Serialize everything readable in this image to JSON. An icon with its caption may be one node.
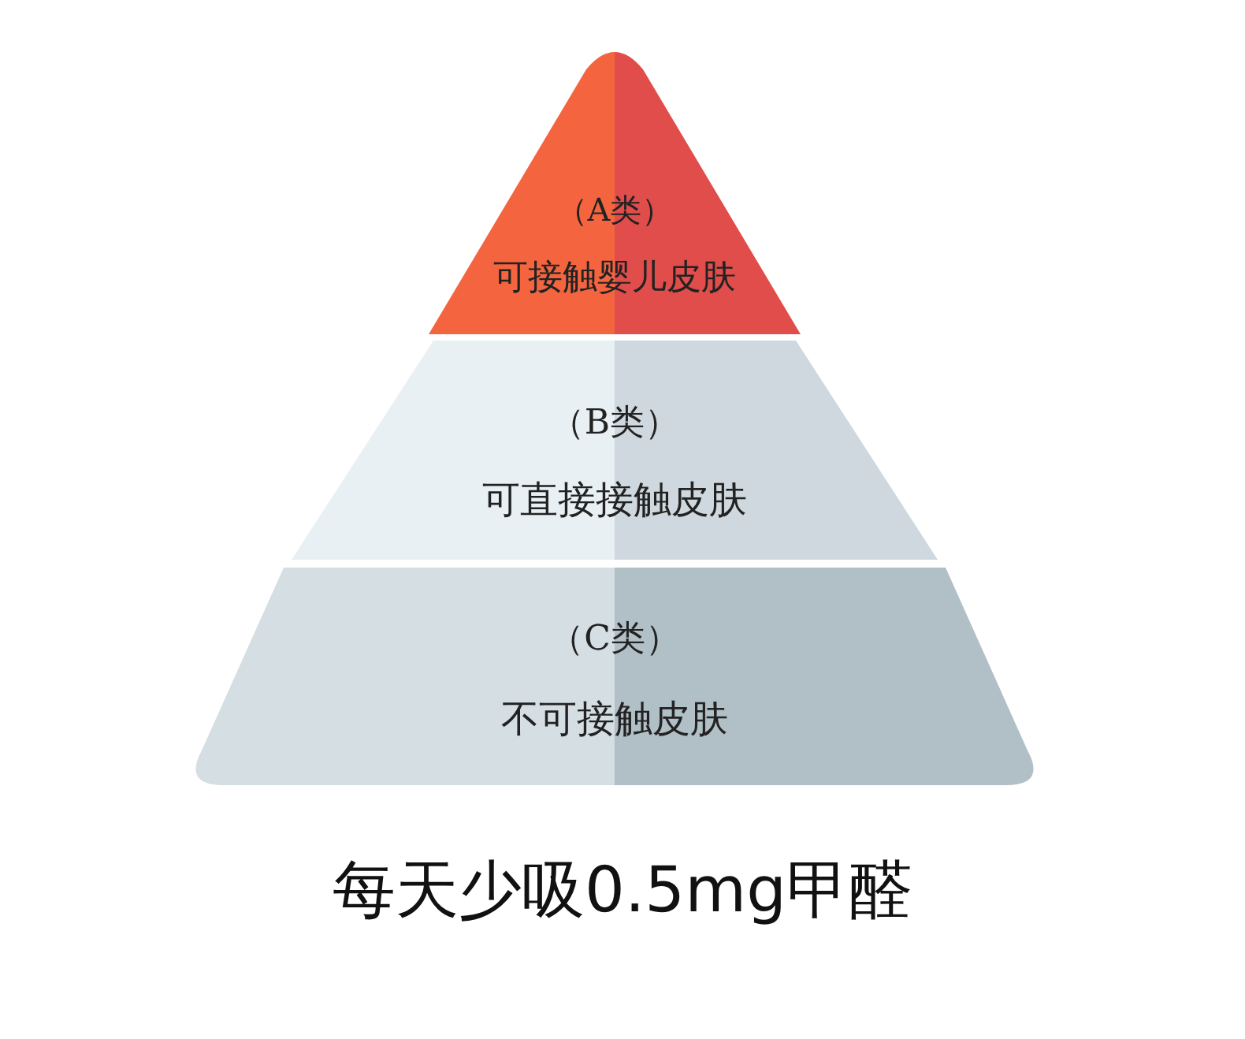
{
  "diagram": {
    "caption": "每天少吸0.5mg甲醛",
    "nodes": [
      {
        "text": [
          "（A类）",
          "可接触婴儿皮肤"
        ]
      },
      {
        "text": [
          "（B类）",
          "可直接接触皮肤"
        ]
      },
      {
        "text": [
          "（C类）",
          "不可接触皮肤"
        ]
      }
    ]
  }
}
